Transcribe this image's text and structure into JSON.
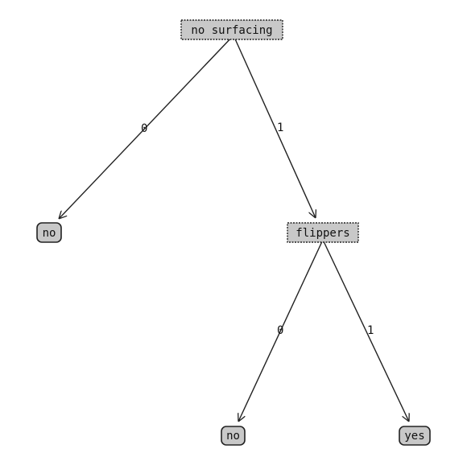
{
  "tree": {
    "nodes": [
      {
        "id": "root",
        "label": "no surfacing",
        "kind": "decision"
      },
      {
        "id": "leaf-no-1",
        "label": "no",
        "kind": "leaf"
      },
      {
        "id": "flippers",
        "label": "flippers",
        "kind": "decision"
      },
      {
        "id": "leaf-no-2",
        "label": "no",
        "kind": "leaf"
      },
      {
        "id": "leaf-yes",
        "label": "yes",
        "kind": "leaf"
      }
    ],
    "edges": [
      {
        "from": "root",
        "to": "leaf-no-1",
        "label": "0"
      },
      {
        "from": "root",
        "to": "flippers",
        "label": "1"
      },
      {
        "from": "flippers",
        "to": "leaf-no-2",
        "label": "0"
      },
      {
        "from": "flippers",
        "to": "leaf-yes",
        "label": "1"
      }
    ]
  },
  "colors": {
    "decision_fill": "#c8c8c8",
    "leaf_fill": "#c8c8c8",
    "stroke": "#222222"
  }
}
